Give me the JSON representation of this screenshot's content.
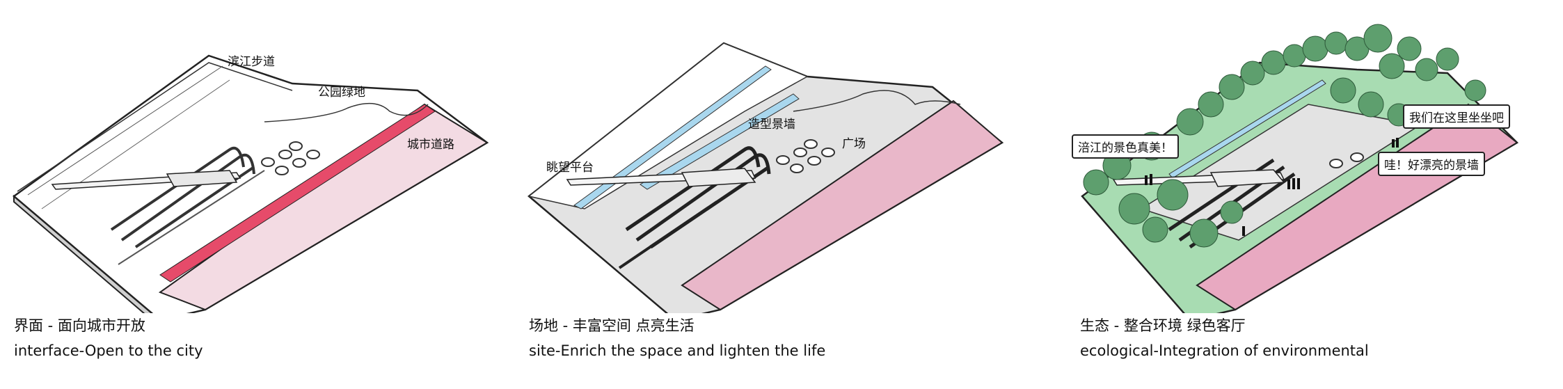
{
  "panels": [
    {
      "caption_cn": "界面 - 面向城市开放",
      "caption_en": "interface-Open to the city",
      "labels": {
        "riverwalk": "滨江步道",
        "park": "公园绿地",
        "road": "城市道路"
      }
    },
    {
      "caption_cn": "场地 - 丰富空间 点亮生活",
      "caption_en": "site-Enrich the space and lighten the life",
      "labels": {
        "wall": "造型景墙",
        "plaza": "广场",
        "lookout": "眺望平台"
      }
    },
    {
      "caption_cn": "生态 - 整合环境 绿色客厅",
      "caption_en": "ecological-Integration of environmental",
      "bubbles": {
        "sit": "我们在这里坐坐吧",
        "river": "涪江的景色真美！",
        "wow": "哇！好漂亮的景墙"
      }
    }
  ],
  "colors": {
    "road_red": "#e64b6a",
    "road_pink_light": "#f3dbe3",
    "road_pink": "#e9b7c9",
    "plaza_gray": "#e3e3e3",
    "water_blue": "#a9d7ee",
    "green_light": "#a8dcb2",
    "tree_green": "#5e9f6e"
  }
}
